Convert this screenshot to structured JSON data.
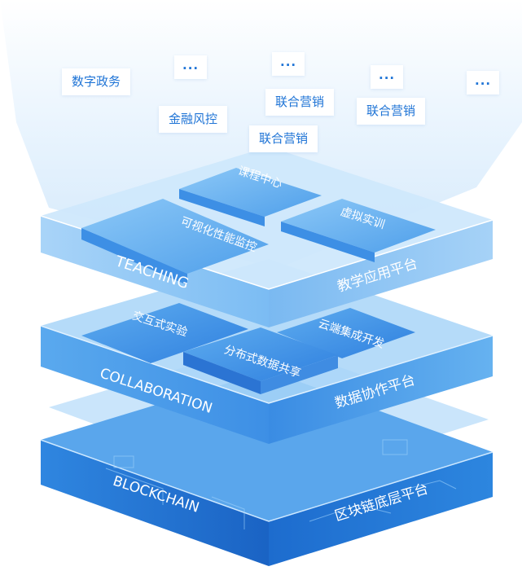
{
  "top_tags": [
    {
      "text": "数字政务"
    },
    {
      "text": "..."
    },
    {
      "text": "..."
    },
    {
      "text": "..."
    },
    {
      "text": "..."
    },
    {
      "text": "金融风控"
    },
    {
      "text": "联合营销"
    },
    {
      "text": "联合营销"
    },
    {
      "text": "联合营销"
    }
  ],
  "layers": {
    "teaching": {
      "english_label": "TEACHING",
      "chinese_label": "教学应用平台",
      "modules": [
        "课程中心",
        "虚拟实训",
        "可视化性能监控"
      ]
    },
    "collaboration": {
      "english_label": "COLLABORATION",
      "chinese_label": "数据协作平台",
      "modules": [
        "交互式实验",
        "云端集成开发",
        "分布式数据共享"
      ]
    },
    "blockchain": {
      "english_label": "BLOCKCHAIN",
      "chinese_label": "区块链底层平台"
    }
  },
  "colors": {
    "accent": "#1f74d6",
    "layer_top": "#bfe0fb",
    "layer_mid": "#7ec0f3",
    "layer_base": "#1f78d8"
  }
}
